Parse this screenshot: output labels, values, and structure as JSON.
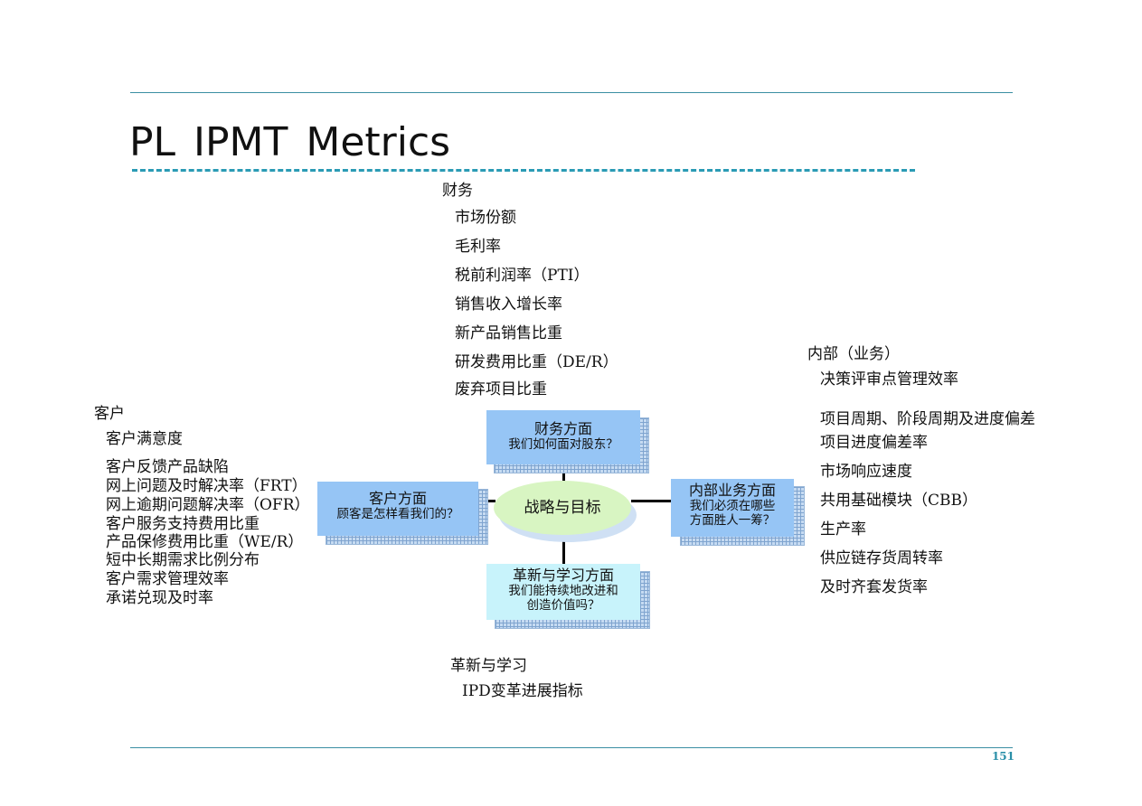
{
  "title": "PL IPMT Metrics",
  "page_number": "151",
  "finance": {
    "heading": "财务",
    "items": [
      "市场份额",
      "毛利率",
      "税前利润率（PTI）",
      "销售收入增长率",
      "新产品销售比重",
      "研发费用比重（DE/R）",
      "废弃项目比重"
    ]
  },
  "customer": {
    "heading": "客户",
    "items": [
      "客户满意度",
      "客户反馈产品缺陷",
      "网上问题及时解决率（FRT）",
      "网上逾期问题解决率（OFR）",
      "客户服务支持费用比重",
      "产品保修费用比重（WE/R）",
      "短中长期需求比例分布",
      "客户需求管理效率",
      "承诺兑现及时率"
    ]
  },
  "internal": {
    "heading": "内部（业务）",
    "items": [
      "决策评审点管理效率",
      "项目周期、阶段周期及进度偏差",
      "项目进度偏差率",
      "市场响应速度",
      "共用基础模块（CBB）",
      "生产率",
      "供应链存货周转率",
      "及时齐套发货率"
    ]
  },
  "learning": {
    "heading": "革新与学习",
    "items": [
      "IPD变革进展指标"
    ]
  },
  "diagram": {
    "center": "战略与目标",
    "finance_box": {
      "title": "财务方面",
      "question": "我们如何面对股东？"
    },
    "customer_box": {
      "title": "客户方面",
      "question": "顾客是怎样看我们的？"
    },
    "internal_box": {
      "title": "内部业务方面",
      "question_line1": "我们必须在哪些",
      "question_line2": "方面胜人一筹？"
    },
    "learning_box": {
      "title": "革新与学习方面",
      "question_line1": "我们能持续地改进和",
      "question_line2": "创造价值吗？"
    }
  },
  "colors": {
    "rule": "#3a8fa3",
    "dash": "#2a9bb5",
    "box": "#96c5f5",
    "learning_box": "#c8f3fb",
    "oval": "#d8f5c2"
  }
}
